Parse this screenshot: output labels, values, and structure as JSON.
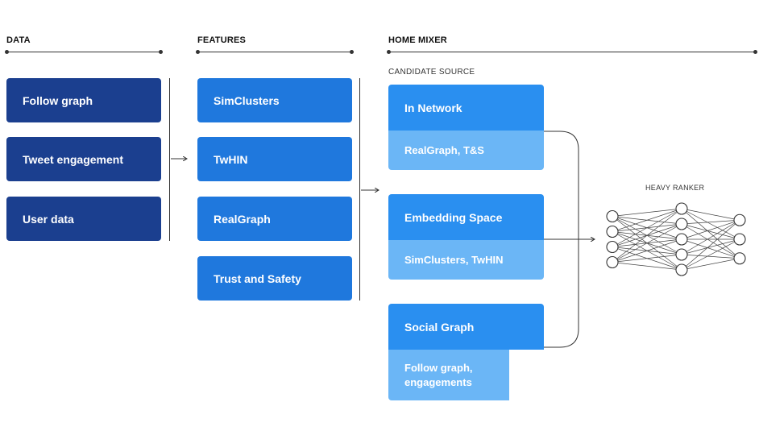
{
  "columns": {
    "data": {
      "header": "DATA",
      "items": [
        "Follow graph",
        "Tweet engagement",
        "User data"
      ]
    },
    "features": {
      "header": "FEATURES",
      "items": [
        "SimClusters",
        "TwHIN",
        "RealGraph",
        "Trust and Safety"
      ]
    },
    "home_mixer": {
      "header": "HOME MIXER",
      "subheader": "CANDIDATE SOURCE",
      "sources": [
        {
          "title": "In Network",
          "detail": "RealGraph, T&S"
        },
        {
          "title": "Embedding Space",
          "detail": "SimClusters, TwHIN"
        },
        {
          "title": "Social Graph",
          "detail": "Follow graph, engagements"
        }
      ]
    }
  },
  "ranker": {
    "label": "HEAVY RANKER",
    "layers": [
      4,
      5,
      3
    ]
  },
  "colors": {
    "data_box": "#1b3f8f",
    "feature_box": "#1f78dd",
    "source_top": "#2a8ff0",
    "source_bottom": "#6bb6f6"
  }
}
